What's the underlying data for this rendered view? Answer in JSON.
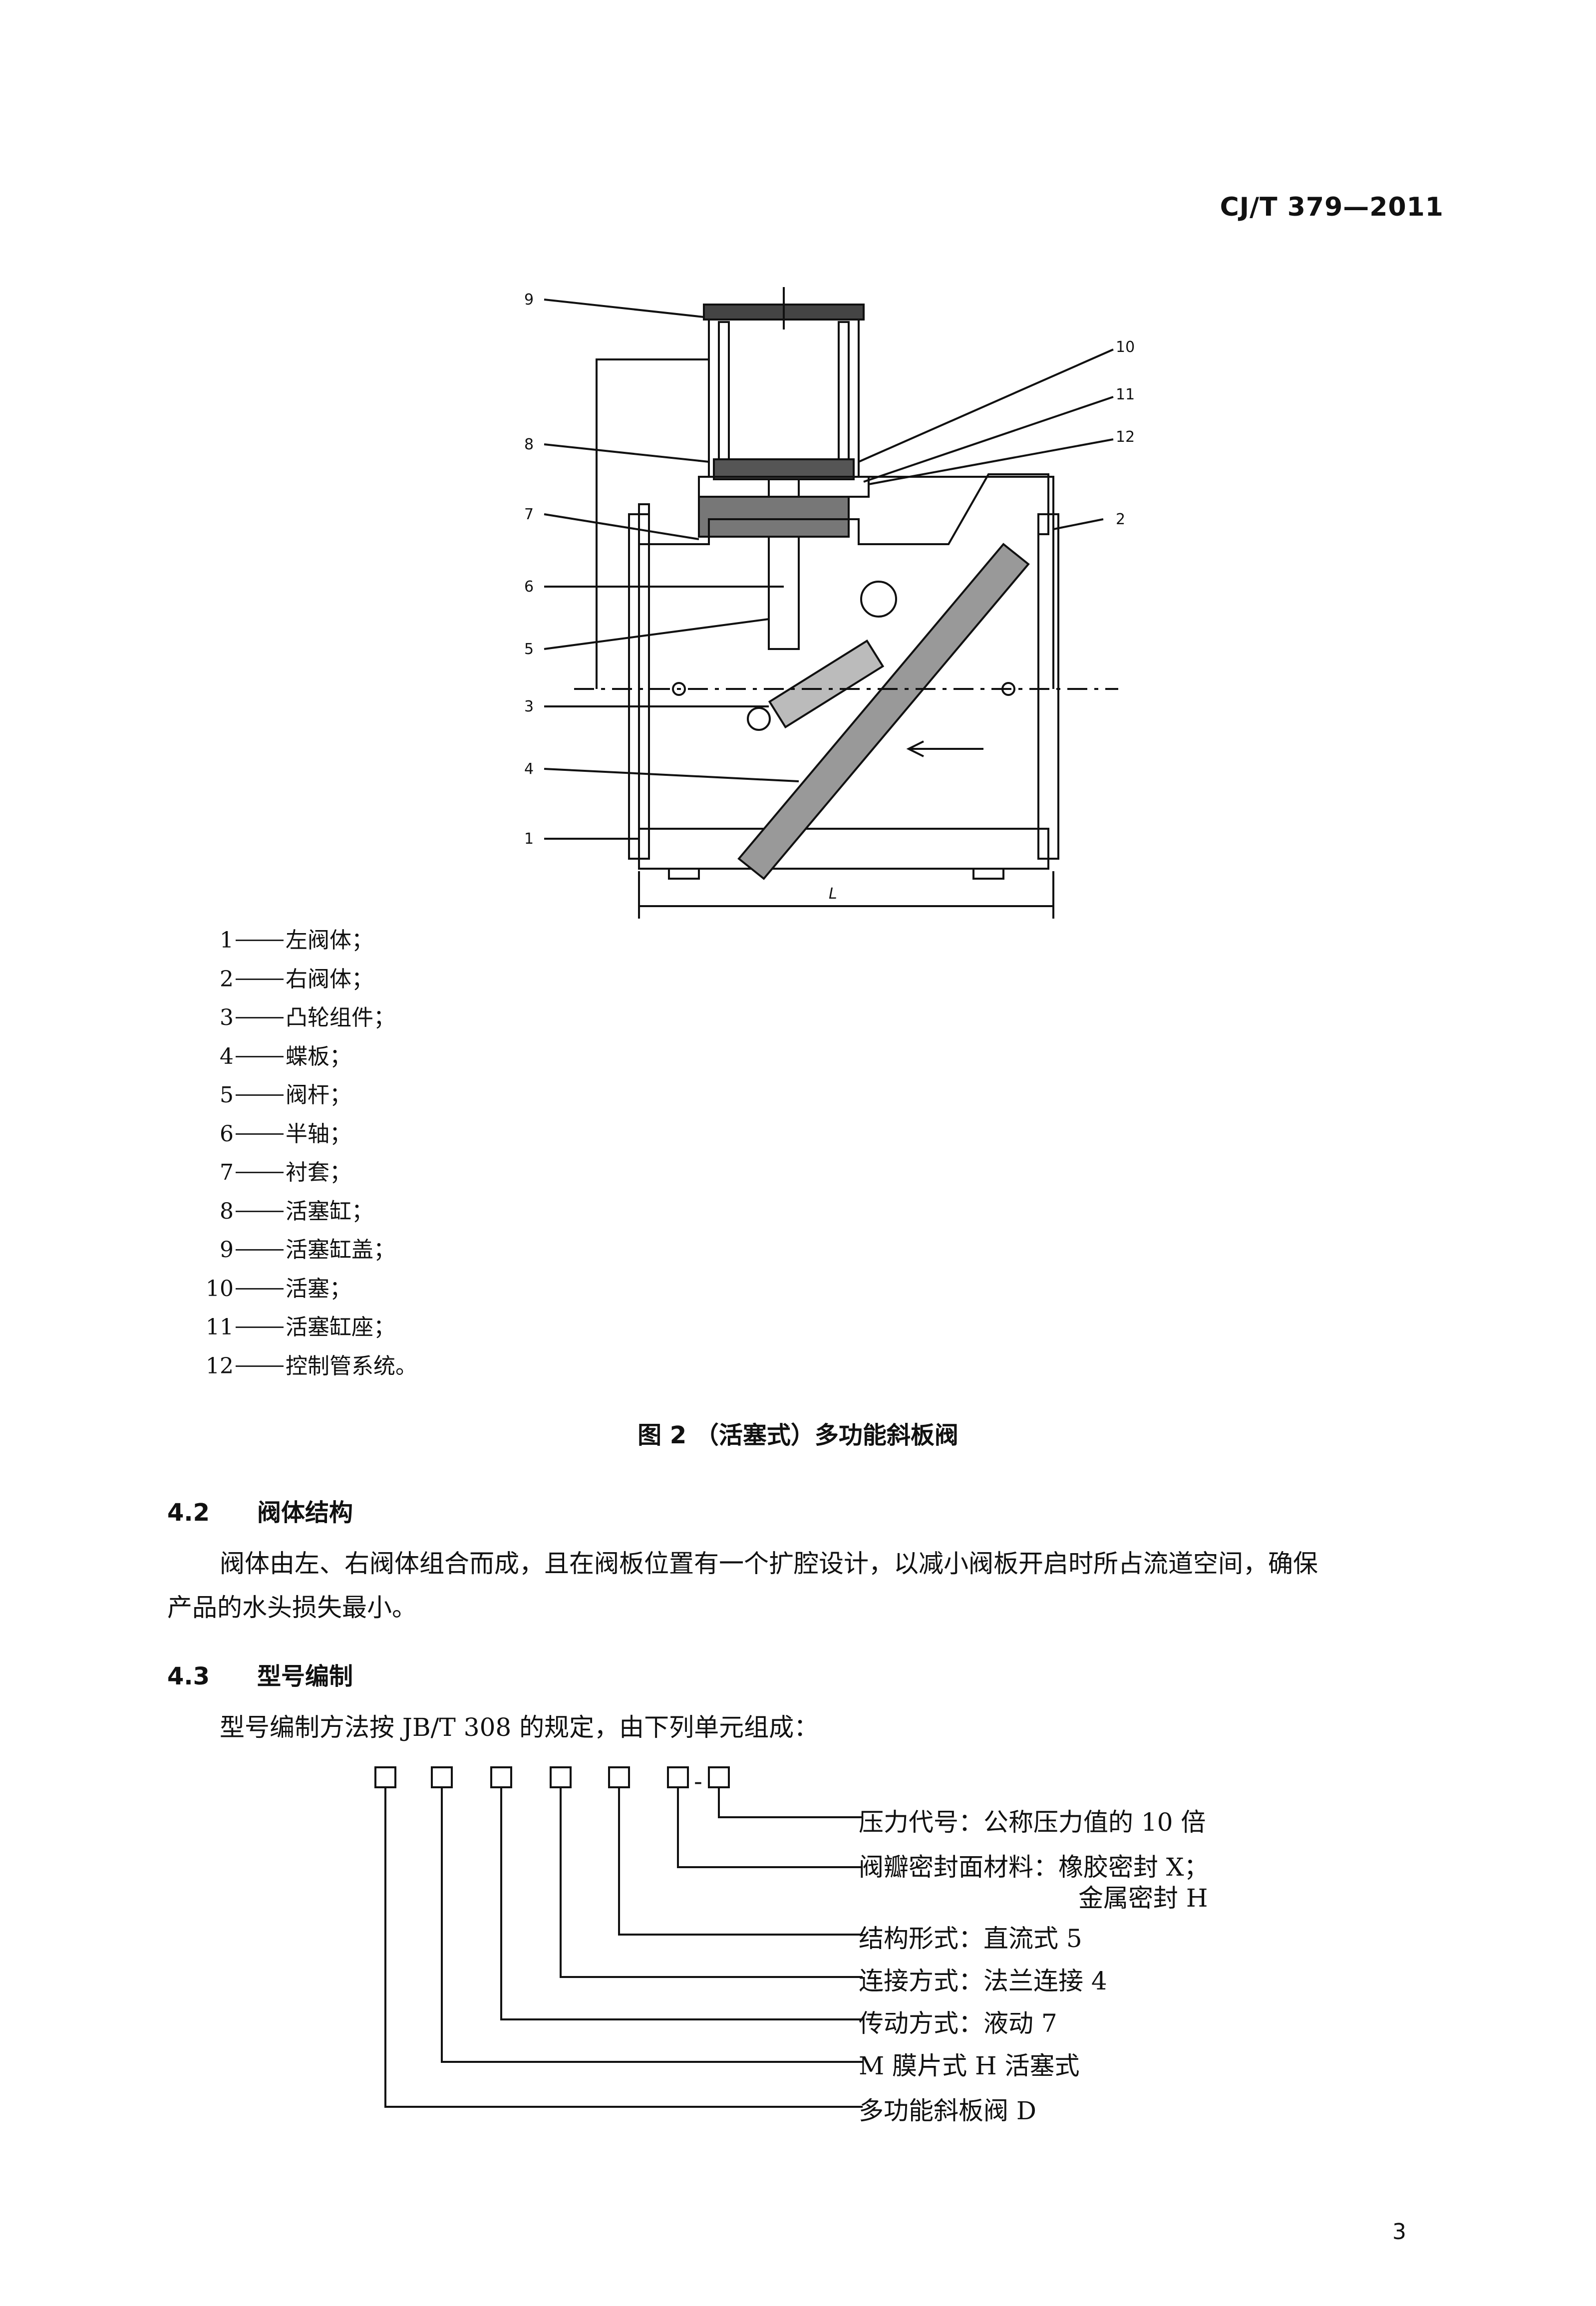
{
  "header": {
    "standard_code": "CJ/T 379—2011"
  },
  "figure": {
    "callouts": [
      "1",
      "2",
      "3",
      "4",
      "5",
      "6",
      "7",
      "8",
      "9",
      "10",
      "11",
      "12"
    ],
    "dimension_label": "L",
    "caption": "图 2 （活塞式）多功能斜板阀"
  },
  "legend": [
    {
      "num": "1",
      "text": "左阀体；"
    },
    {
      "num": "2",
      "text": "右阀体；"
    },
    {
      "num": "3",
      "text": "凸轮组件；"
    },
    {
      "num": "4",
      "text": "蝶板；"
    },
    {
      "num": "5",
      "text": "阀杆；"
    },
    {
      "num": "6",
      "text": "半轴；"
    },
    {
      "num": "7",
      "text": "衬套；"
    },
    {
      "num": "8",
      "text": "活塞缸；"
    },
    {
      "num": "9",
      "text": "活塞缸盖；"
    },
    {
      "num": "10",
      "text": "活塞；"
    },
    {
      "num": "11",
      "text": "活塞缸座；"
    },
    {
      "num": "12",
      "text": "控制管系统。"
    }
  ],
  "section_4_2": {
    "number": "4.2",
    "title": "阀体结构",
    "body_line1": "阀体由左、右阀体组合而成，且在阀板位置有一个扩腔设计，以减小阀板开启时所占流道空间，确保",
    "body_line2": "产品的水头损失最小。"
  },
  "section_4_3": {
    "number": "4.3",
    "title": "型号编制",
    "intro": "型号编制方法按 JB/T 308 的规定，由下列单元组成："
  },
  "model_code": {
    "separator": "-",
    "labels": [
      "压力代号：公称压力值的 10 倍",
      "阀瓣密封面材料：橡胶密封 X；",
      "金属密封 H",
      "结构形式：直流式 5",
      "连接方式：法兰连接 4",
      "传动方式：液动 7",
      "M 膜片式 H 活塞式",
      "多功能斜板阀 D"
    ]
  },
  "page_number": "3"
}
